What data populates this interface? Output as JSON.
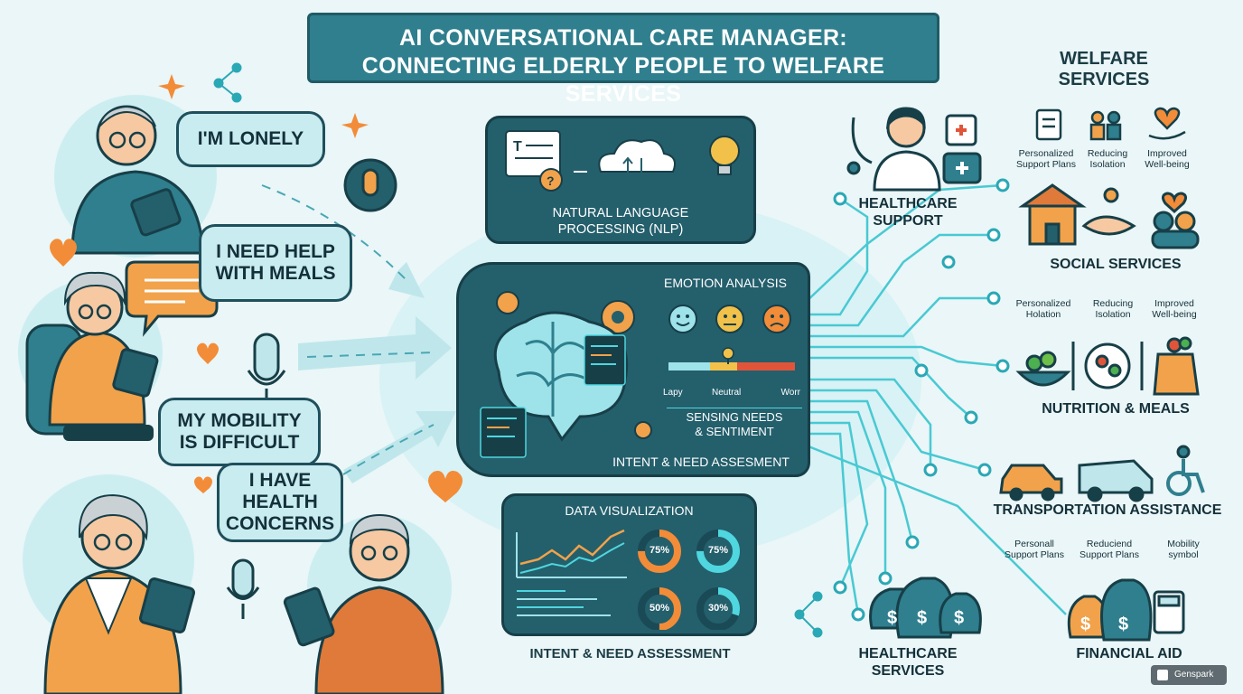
{
  "title": {
    "line1": "AI CONVERSATIONAL CARE MANAGER:",
    "line2": "CONNECTING ELDERLY PEOPLE TO WELFARE SERVICES"
  },
  "speech": {
    "lonely": "I'M LONELY",
    "meals_1": "I NEED HELP",
    "meals_2": "WITH MEALS",
    "mobility_1": "MY MOBILITY",
    "mobility_2": "IS DIFFICULT",
    "health_1": "I HAVE",
    "health_2": "HEALTH",
    "health_3": "CONCERNS"
  },
  "nlp": {
    "line1": "NATURAL LANGUAGE",
    "line2": "PROCESSING (NLP)"
  },
  "emotion": {
    "title": "EMOTION ANALYSIS",
    "scale_left": "Lapy",
    "scale_mid": "Neutral",
    "scale_right": "Worr",
    "sense_1": "SENSING NEEDS",
    "sense_2": "& SENTIMENT",
    "intent": "INTENT & NEED ASSESMENT"
  },
  "dataviz": {
    "title": "DATA VISUALIZATION",
    "donuts": [
      {
        "label": "75%",
        "value": 75
      },
      {
        "label": "75%",
        "value": 75
      },
      {
        "label": "50%",
        "value": 50
      },
      {
        "label": "30%",
        "value": 30
      }
    ],
    "footer": "INTENT & NEED ASSESSMENT"
  },
  "welfare": {
    "title_1": "WELFARE",
    "title_2": "SERVICES",
    "top_items": [
      "Personalized",
      "Support Plans",
      "Reducing",
      "Isolation",
      "Improved",
      "Well-being"
    ],
    "healthcare_1": "HEALTHCARE",
    "healthcare_2": "SUPPORT",
    "social": "SOCIAL SERVICES",
    "social_items": [
      "Personalized",
      "Holation",
      "Reducing",
      "Isolation",
      "Improved",
      "Well-being"
    ],
    "nutrition": "NUTRITION & MEALS",
    "transport": "TRANSPORTATION ASSISTANCE",
    "transport_items": [
      "Personall",
      "Support Plans",
      "Reduciend",
      "Support Plans",
      "Mobility",
      "symbol"
    ],
    "hc_services_1": "HEALTHCARE",
    "hc_services_2": "SERVICES",
    "financial": "FINANCIAL AID"
  },
  "badge": "Genspark",
  "colors": {
    "teal_dark": "#245f6c",
    "teal": "#2f7f8e",
    "cyan": "#4fd6de",
    "orange": "#f28c38",
    "bubble": "#c8ecef"
  }
}
